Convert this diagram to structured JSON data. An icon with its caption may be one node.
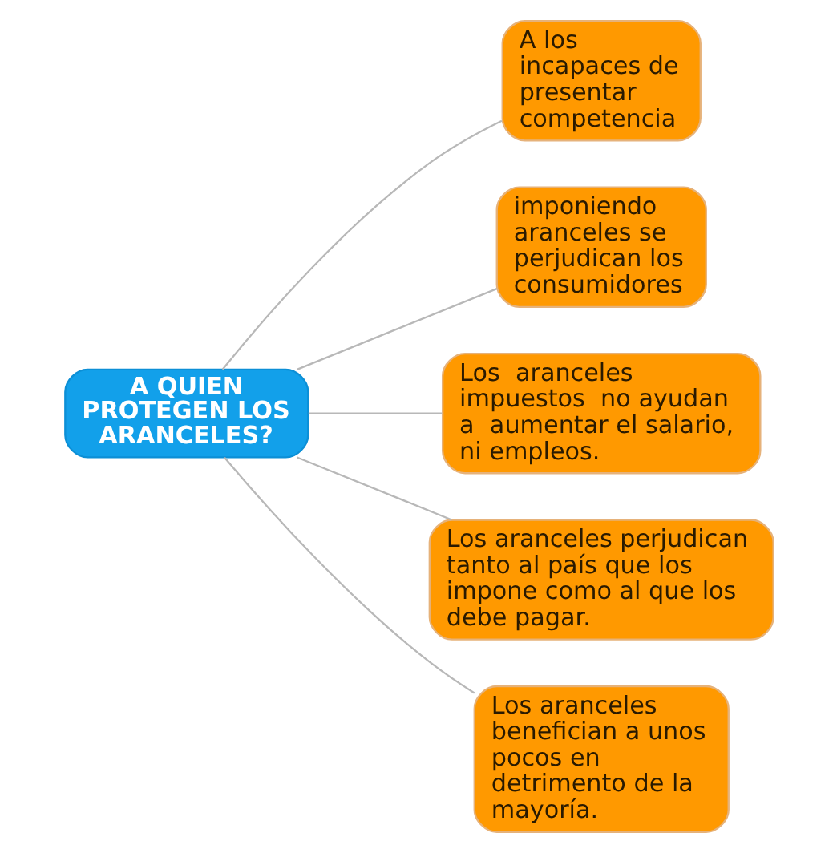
{
  "diagram": {
    "nodes": [
      {
        "text": [
          "A QUIEN PROTEGEN LOS ARANCELES?"
        ]
      },
      {
        "text": [
          "A los incapaces de presentar competencia"
        ]
      },
      {
        "text": [
          "imponiendo aranceles se perjudican los consumidores"
        ]
      },
      {
        "text": [
          "Los  aranceles impuestos  no ayudan a  aumentar el salario, ni empleos."
        ]
      },
      {
        "text": [
          "Los aranceles perjudican tanto al país que los impone como al que los debe pagar."
        ]
      },
      {
        "text": [
          "Los aranceles benefician a unos pocos en detrimento de la mayoría."
        ]
      }
    ],
    "edges": [
      {
        "from": 0,
        "to": 1,
        "arrow": "none"
      },
      {
        "from": 0,
        "to": 2,
        "arrow": "none"
      },
      {
        "from": 0,
        "to": 3,
        "arrow": "none"
      },
      {
        "from": 0,
        "to": 4,
        "arrow": "none"
      },
      {
        "from": 0,
        "to": 5,
        "arrow": "none"
      }
    ]
  }
}
